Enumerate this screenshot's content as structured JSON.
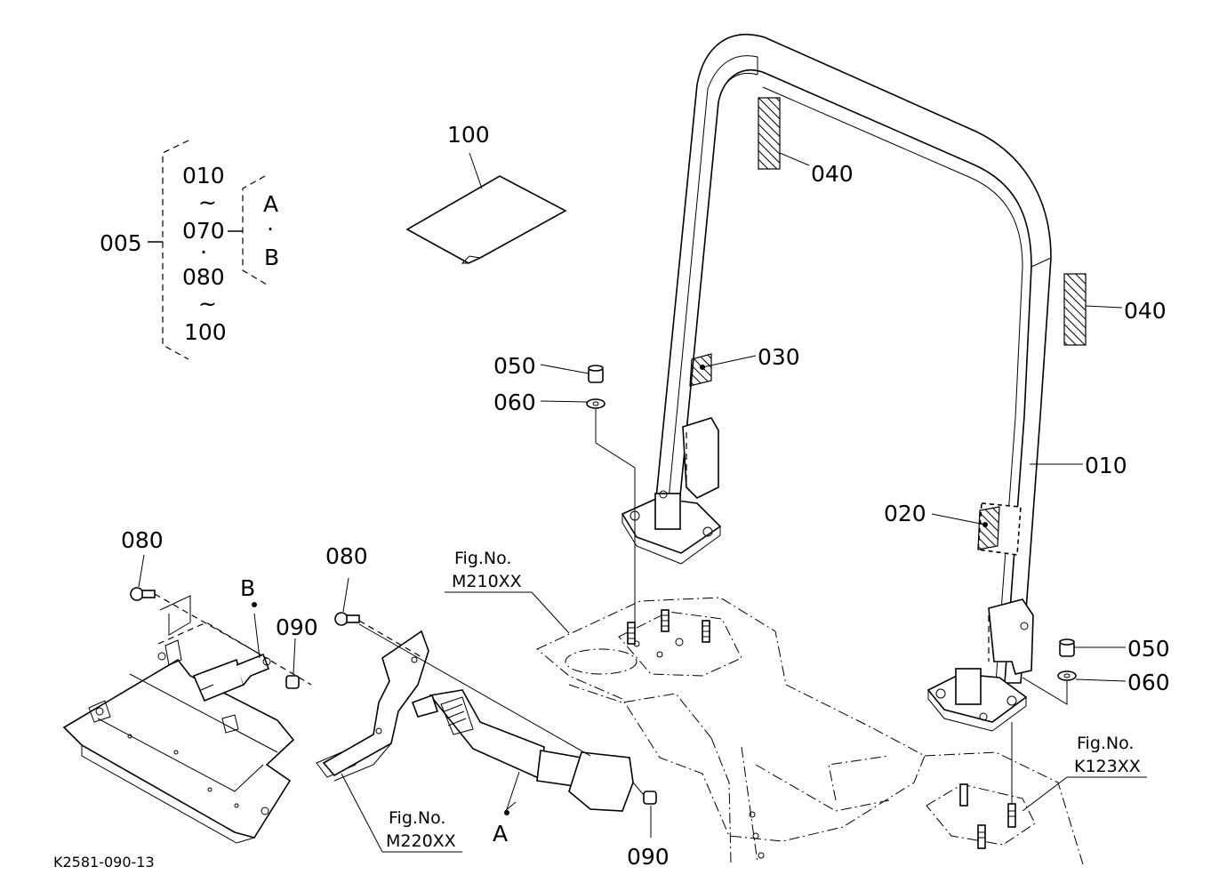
{
  "drawing_code": "K2581-090-13",
  "assembly": {
    "main": "005",
    "range_start": "010",
    "tilde": "~",
    "middle": "070",
    "dot": "·",
    "second_start": "080",
    "range_end": "100",
    "variant_a": "A",
    "variant_b": "B"
  },
  "callouts": {
    "p100": "100",
    "p040_upper": "040",
    "p040_right": "040",
    "p030": "030",
    "p050_left": "050",
    "p060_left": "060",
    "p010": "010",
    "p020": "020",
    "p050_right": "050",
    "p060_right": "060",
    "p080_left": "080",
    "p080_mid": "080",
    "p090_left": "090",
    "p090_bottom": "090",
    "point_b": "B",
    "point_a": "A"
  },
  "figure_refs": {
    "m210_label": "Fig.No.",
    "m210_code": "M210XX",
    "m220_label": "Fig.No.",
    "m220_code": "M220XX",
    "k123_label": "Fig.No.",
    "k123_code": "K123XX"
  }
}
